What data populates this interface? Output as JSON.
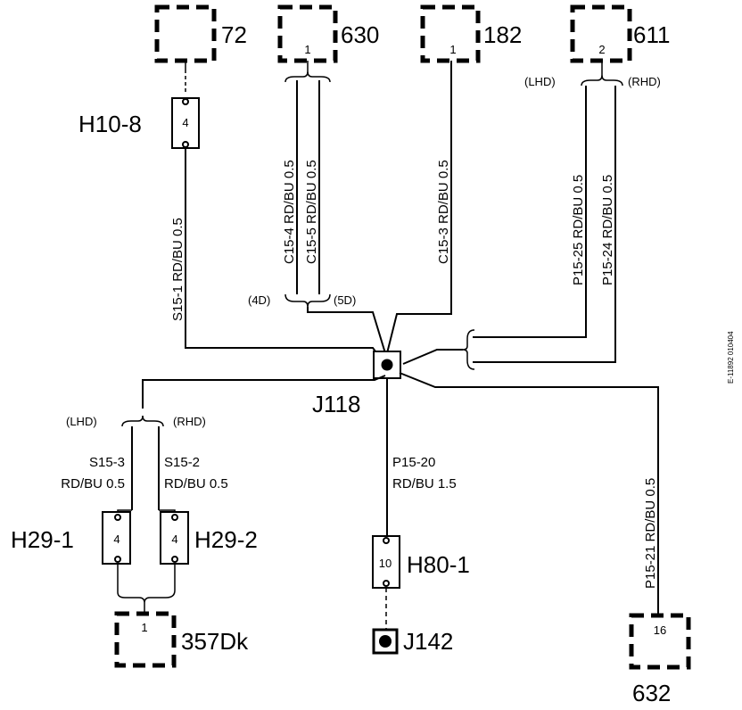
{
  "components": {
    "c72": {
      "id": "72",
      "pin": ""
    },
    "c630": {
      "id": "630",
      "pin": "1"
    },
    "c182": {
      "id": "182",
      "pin": "1"
    },
    "c611": {
      "id": "611",
      "pin": "2"
    },
    "c357": {
      "id": "357Dk",
      "pin": "1"
    },
    "c632": {
      "id": "632",
      "pin": "16"
    }
  },
  "connectors": {
    "h10": {
      "id": "H10-8",
      "pin": "4"
    },
    "h29a": {
      "id": "H29-1",
      "pin": "4"
    },
    "h29b": {
      "id": "H29-2",
      "pin": "4"
    },
    "h80": {
      "id": "H80-1",
      "pin": "10"
    }
  },
  "splices": {
    "j118": "J118",
    "j142": "J142"
  },
  "branch_labels": {
    "lhd": "(LHD)",
    "rhd": "(RHD)",
    "d4": "(4D)",
    "d5": "(5D)"
  },
  "wires": {
    "s15_1": "S15-1  RD/BU  0.5",
    "c15_4": "C15-4  RD/BU  0.5",
    "c15_5": "C15-5  RD/BU  0.5",
    "c15_3": "C15-3  RD/BU  0.5",
    "p15_25": "P15-25  RD/BU  0.5",
    "p15_24": "P15-24  RD/BU  0.5",
    "s15_3_id": "S15-3",
    "s15_3_spec": "RD/BU   0.5",
    "s15_2_id": "S15-2",
    "s15_2_spec": "RD/BU   0.5",
    "p15_20_id": "P15-20",
    "p15_20_spec": "RD/BU   1.5",
    "p15_21": "P15-21  RD/BU  0.5"
  },
  "reference": "E-11892  010404"
}
